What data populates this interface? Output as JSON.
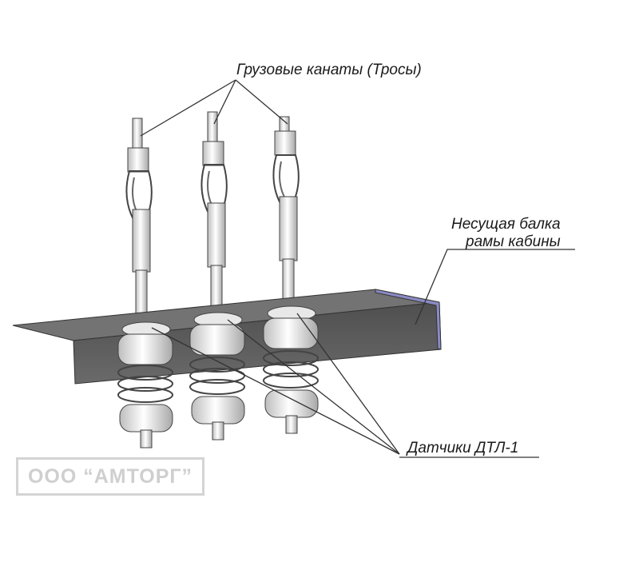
{
  "labels": {
    "ropes": "Грузовые канаты (Тросы)",
    "beam_line1": "Несущая балка",
    "beam_line2": "рамы кабины",
    "sensors": "Датчики ДТЛ-1"
  },
  "watermark": "ООО “АМТОРГ”",
  "colors": {
    "beam_top": "#6f6f6f",
    "beam_front": "#5a5a5a",
    "beam_edge": "#9090c8",
    "spring": "#f2f2f2",
    "outline": "#333333",
    "leader": "#333333"
  }
}
